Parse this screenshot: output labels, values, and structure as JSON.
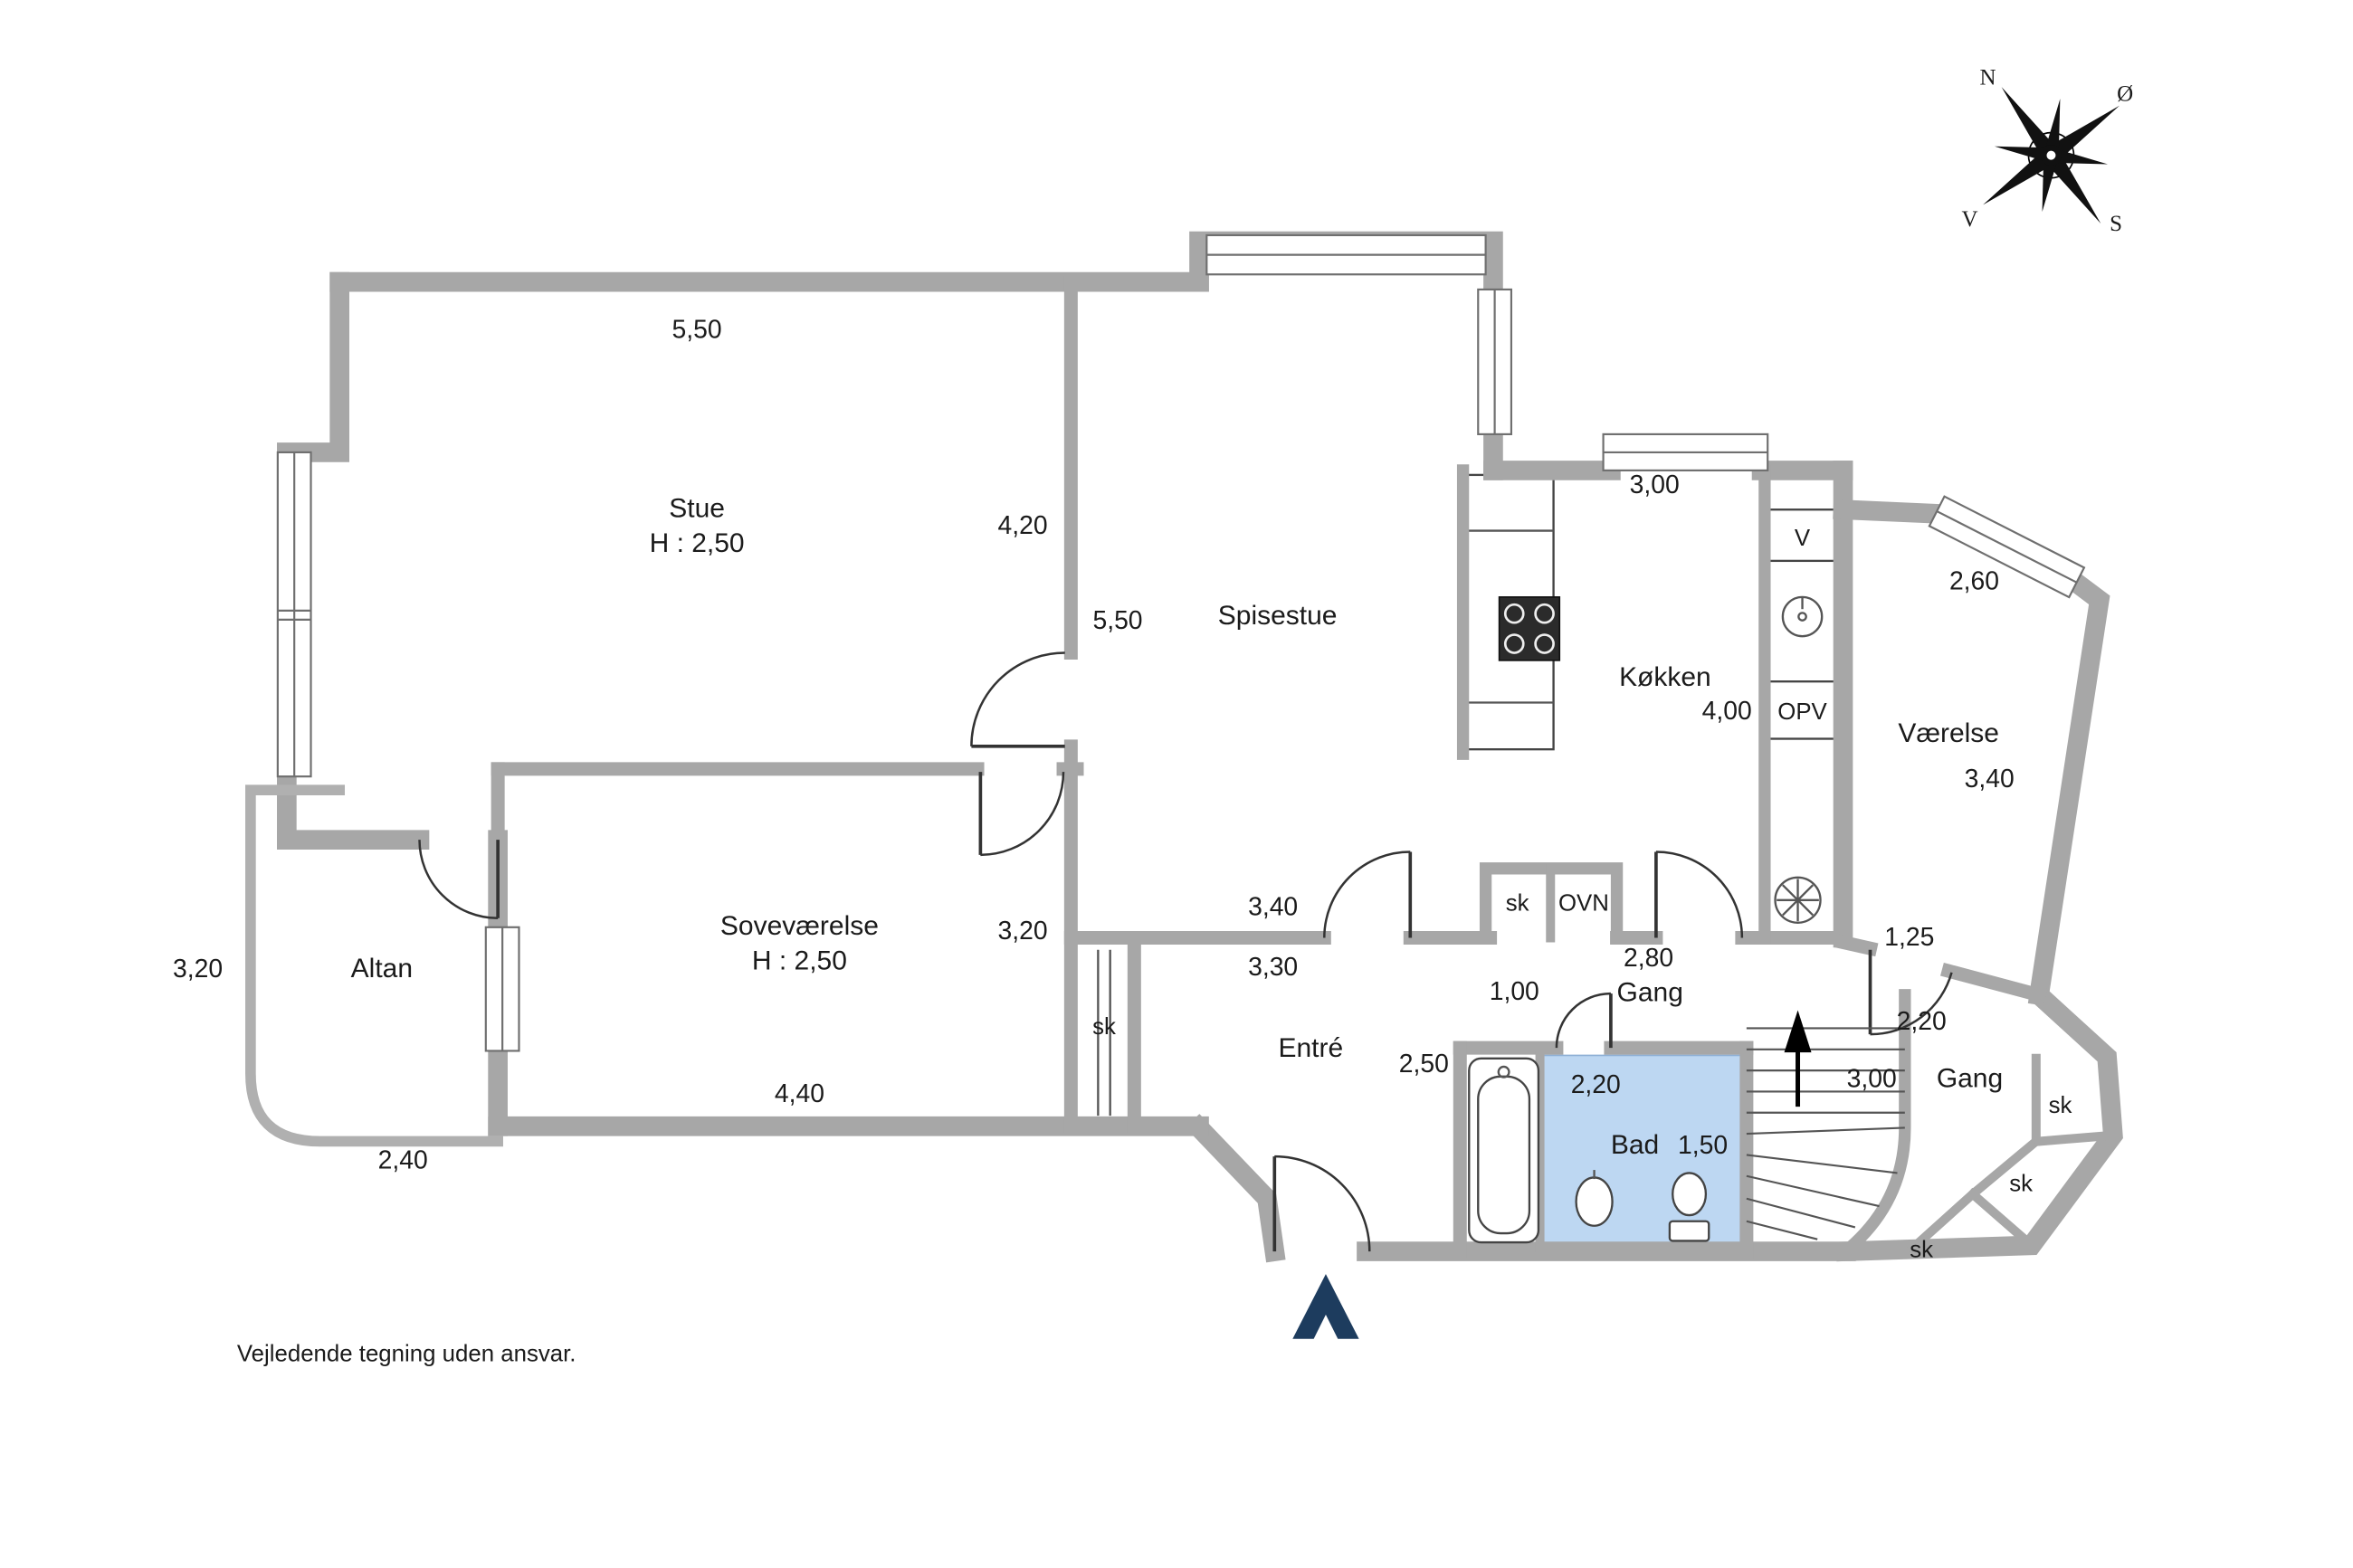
{
  "document": {
    "type": "floor-plan",
    "disclaimer": "Vejledende tegning uden ansvar."
  },
  "compass": {
    "north": "N",
    "east": "Ø",
    "south": "S",
    "west": "V"
  },
  "rooms": {
    "stue": {
      "name": "Stue",
      "ceiling": "H : 2,50"
    },
    "spisestue": {
      "name": "Spisestue"
    },
    "kokken": {
      "name": "Køkken"
    },
    "vaerelse": {
      "name": "Værelse"
    },
    "sovevaerelse": {
      "name": "Soveværelse",
      "ceiling": "H : 2,50"
    },
    "altan": {
      "name": "Altan"
    },
    "entre": {
      "name": "Entré"
    },
    "bad": {
      "name": "Bad"
    },
    "gang_kokken": {
      "name": "Gang"
    },
    "gang_hojre": {
      "name": "Gang"
    }
  },
  "fixtures": {
    "ventilation": "V",
    "dishwasher": "OPV",
    "oven": "OVN",
    "closet": "sk"
  },
  "dims": {
    "stue_top": "5,50",
    "stue_right": "4,20",
    "spisestue_left": "5,50",
    "kokken_top": "3,00",
    "vaerelse_top": "2,60",
    "kokken_side": "4,00",
    "vaerelse_side": "3,40",
    "altan_side": "3,20",
    "sovevaerelse_right": "3,20",
    "entre_top": "3,40",
    "entre_top_inner": "3,30",
    "gang_passage": "1,00",
    "gang_length": "2,80",
    "vaerelse_door": "1,25",
    "gang_hojre_w": "2,20",
    "sovevaerelse_bottom": "4,40",
    "altan_bottom": "2,40",
    "entre_width": "2,50",
    "bad_top": "2,20",
    "bad_width": "1,50",
    "stairs": "3,00"
  },
  "colors": {
    "wall": "#a7a7a7",
    "bath_floor": "#bdd7f2",
    "entry_arrow": "#1d3c5e",
    "text": "#1b1b1b"
  }
}
